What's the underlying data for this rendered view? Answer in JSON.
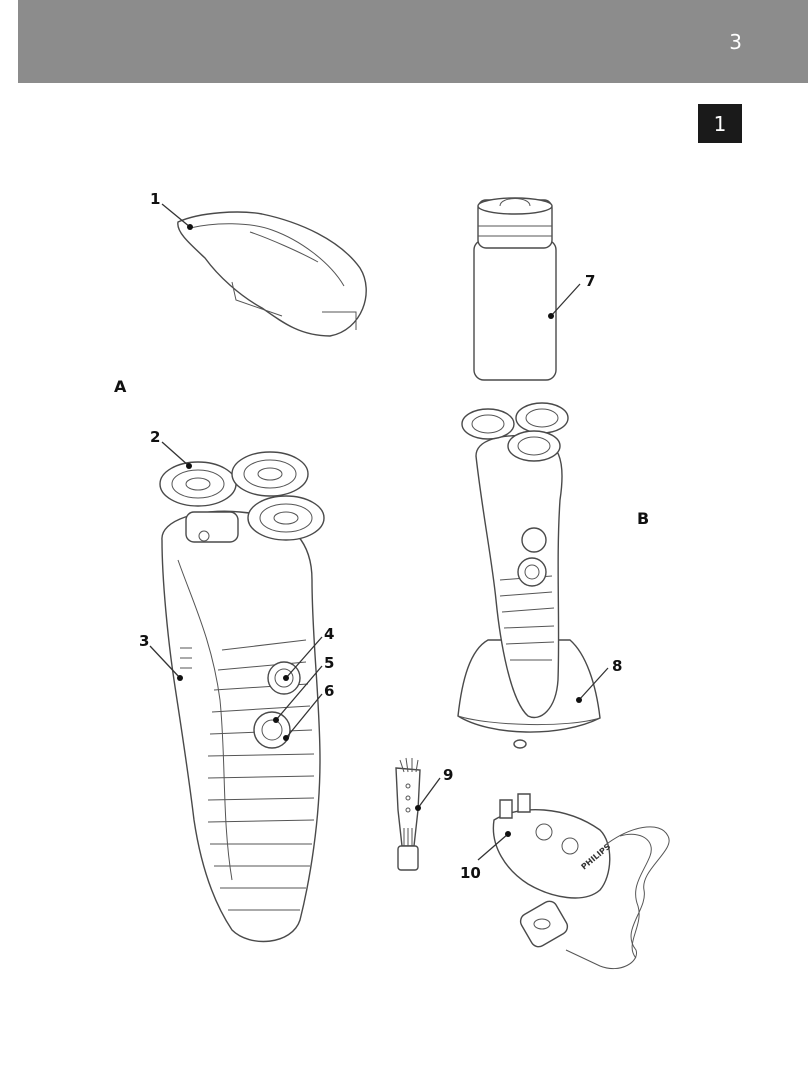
{
  "header": {
    "page_number": "3"
  },
  "section_badge": "1",
  "figures": {
    "a": "A",
    "b": "B"
  },
  "callouts": [
    "1",
    "2",
    "3",
    "4",
    "5",
    "6",
    "7",
    "8",
    "9",
    "10"
  ],
  "brand_text": "PHILIPS",
  "colors": {
    "header_bar": "#8c8c8c",
    "badge": "#1a1a1a",
    "line": "#4a4a4a"
  }
}
